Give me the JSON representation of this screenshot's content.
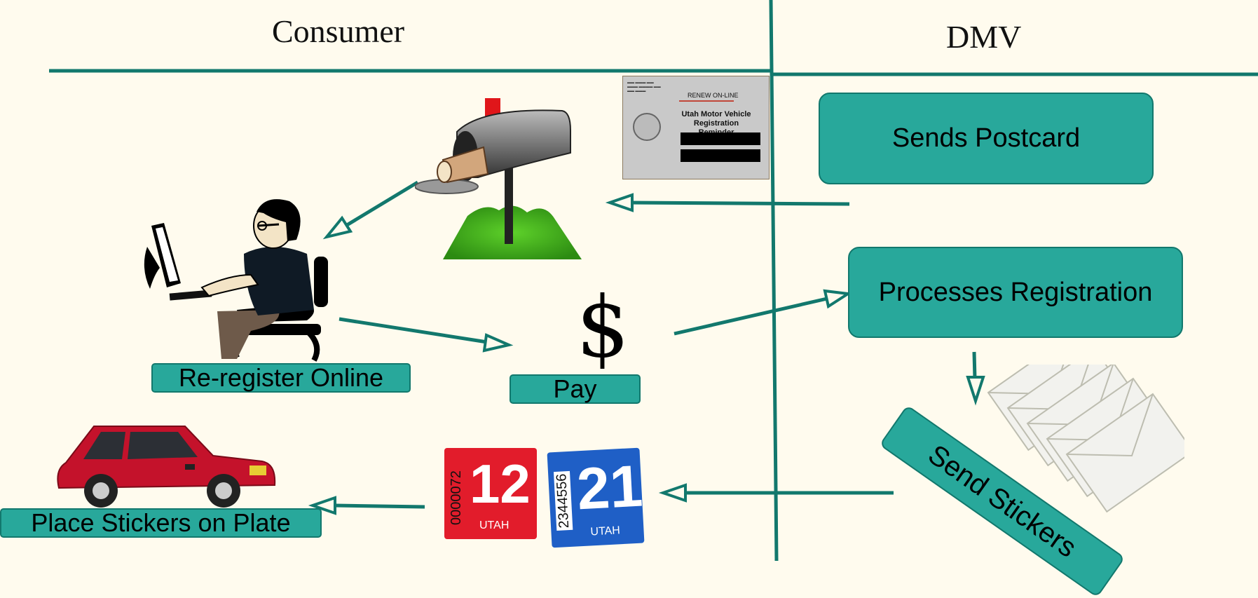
{
  "lanes": {
    "consumer": "Consumer",
    "dmv": "DMV"
  },
  "steps": {
    "sends_postcard": "Sends Postcard",
    "processes_registration": "Processes Registration",
    "send_stickers": "Send Stickers",
    "reregister_online": "Re-register Online",
    "pay": "Pay",
    "place_stickers": "Place Stickers on Plate"
  },
  "postcard": {
    "renew": "RENEW ON-LINE",
    "title_line1": "Utah Motor Vehicle",
    "title_line2": "Registration Reminder"
  },
  "stickers": {
    "red_number": "12",
    "red_serial": "0000072",
    "blue_number": "21",
    "blue_serial": "2344556",
    "state": "UTAH"
  },
  "symbols": {
    "dollar": "$"
  },
  "colors": {
    "background": "#fffbee",
    "lane_line": "#12786d",
    "box_fill": "#28a89b",
    "arrow": "#12786d"
  }
}
